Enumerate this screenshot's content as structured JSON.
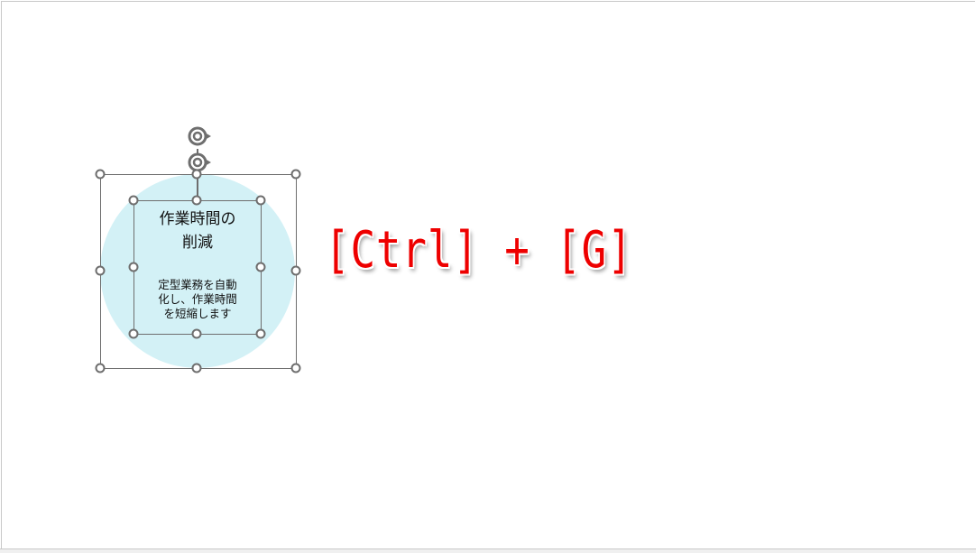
{
  "slide": {
    "shape": {
      "title": "作業時間の\n削減",
      "title_line1": "作業時間の",
      "title_line2": "削減",
      "body_line1": "定型業務を自動",
      "body_line2": "化し、作業時間",
      "body_line3": "を短縮します",
      "fill_color": "#d3f1f6",
      "selection_color": "#6e6e6e"
    },
    "shortcut_text": "[Ctrl] + [G]",
    "shortcut_color": "#ee0000"
  }
}
